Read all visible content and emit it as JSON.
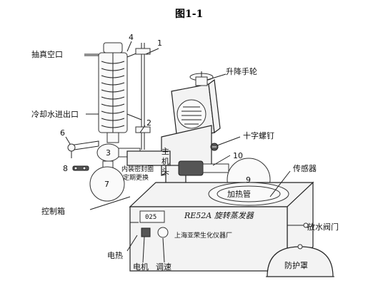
{
  "title": "图1-1",
  "labels": {
    "vacuum_port": "抽真空口",
    "cooling_water": "冷却水进出口",
    "lift_handwheel": "升降手轮",
    "cross_screw": "十字螺钉",
    "sensor": "传感器",
    "main_head_1": "主",
    "main_head_2": "机",
    "main_head_3": "头",
    "seal_1": "内装密封圈",
    "seal_2": "定期更换",
    "heating_pot": "加热管",
    "control_box": "控制箱",
    "drain_valve": "放水阀门",
    "model": "RE52A 旋转蒸发器",
    "manufacturer": "上海亚荣生化仪器厂",
    "display": "025",
    "heating": "电热",
    "motor": "电机",
    "speed": "调速",
    "shield": "防护罩"
  },
  "numbers": {
    "n1": "1",
    "n2": "2",
    "n3": "3",
    "n4": "4",
    "n6": "6",
    "n7": "7",
    "n8": "8",
    "n9": "9",
    "n10": "10"
  }
}
